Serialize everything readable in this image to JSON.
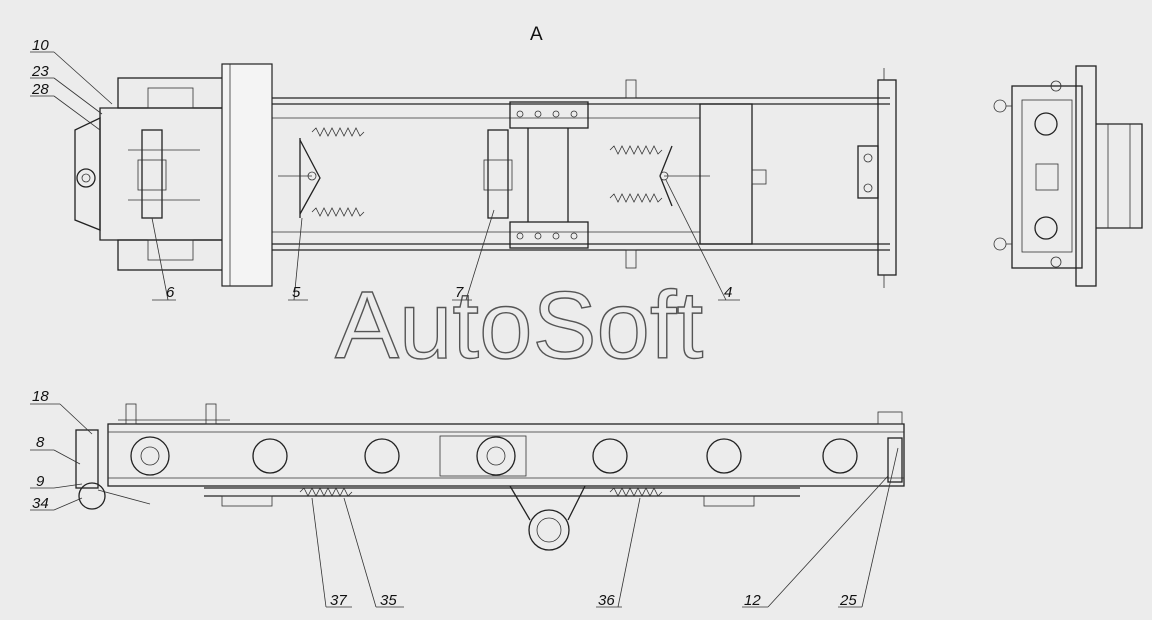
{
  "view_label": "A",
  "watermark": "AutoSoft",
  "callouts": {
    "c10": "10",
    "c23": "23",
    "c28": "28",
    "c6": "6",
    "c5": "5",
    "c7": "7",
    "c4": "4",
    "c18": "18",
    "c8": "8",
    "c9": "9",
    "c34": "34",
    "c37": "37",
    "c35": "35",
    "c36": "36",
    "c12": "12",
    "c25": "25"
  }
}
